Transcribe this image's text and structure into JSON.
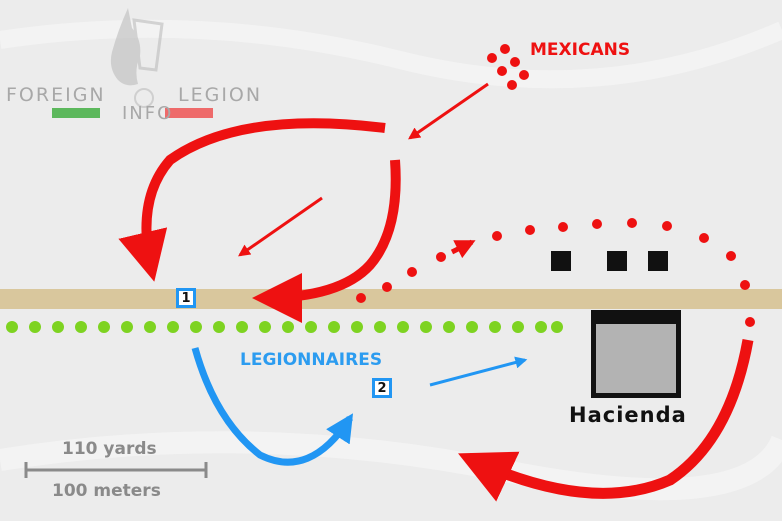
{
  "logo": {
    "word_left": "FOREIGN",
    "word_right": "LEGION",
    "word_bottom": "INFO",
    "color_green": "#5cb85c",
    "color_red": "#ee6a6a"
  },
  "labels": {
    "mexicans": "MEXICANS",
    "legionnaires": "LEGIONNAIRES",
    "hacienda": "Hacienda"
  },
  "positions": {
    "first": "1",
    "second": "2"
  },
  "scale": {
    "yards": "110 yards",
    "meters": "100 meters"
  },
  "colors": {
    "mexican_forces": "#ee1111",
    "legion_forces": "#2196f3",
    "road": "#d9c79d",
    "hedge_dots": "#7ed321",
    "building": "#b3b3b3",
    "background": "#ececec"
  }
}
